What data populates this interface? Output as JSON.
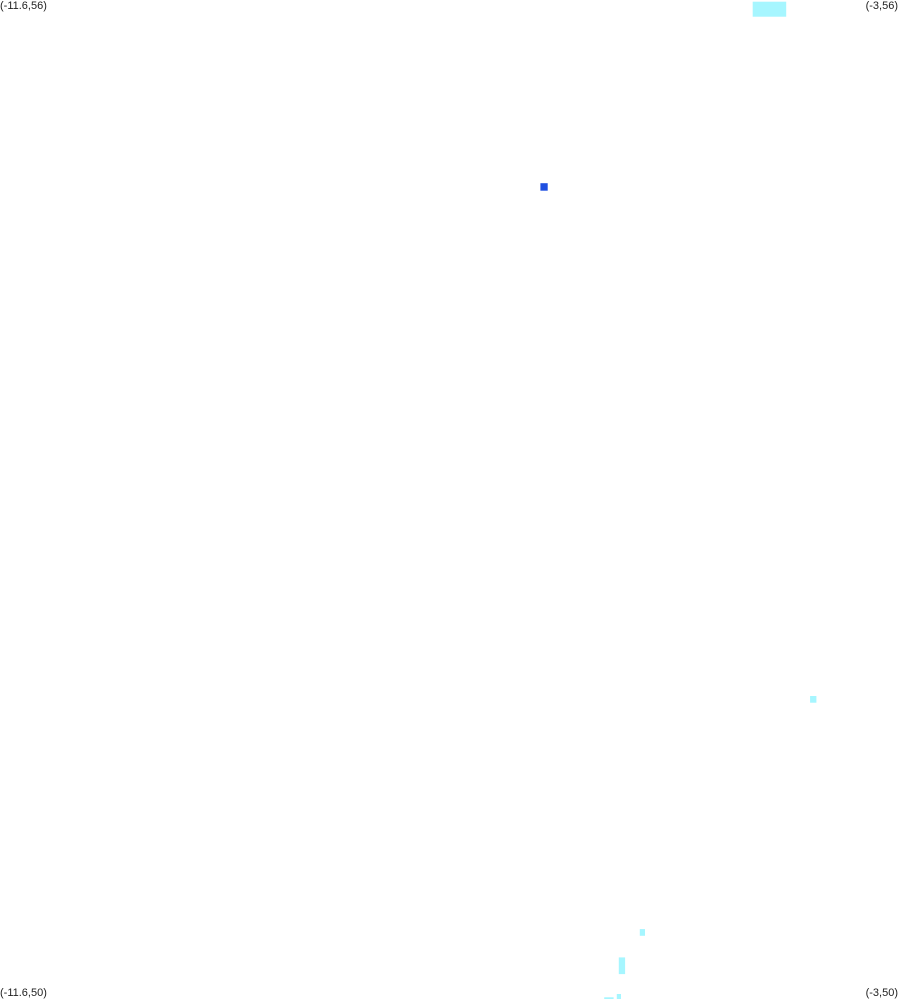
{
  "corners": {
    "top_left": "(-11.6,56)",
    "top_right": "(-3,56)",
    "bottom_left": "(-11.6,50)",
    "bottom_right": "(-3,50)"
  },
  "extent": {
    "lon_min": -11.6,
    "lon_max": -3,
    "lat_min": 50,
    "lat_max": 56
  },
  "colors": {
    "background": "#ffffff",
    "cyan_patch": "#a6f6ff",
    "blue_patch": "#1f4fe0"
  },
  "patches": [
    {
      "lon": -4.4,
      "lat": 55.99,
      "w": 0.32,
      "h": 0.09,
      "color": "cyan_patch"
    },
    {
      "lon": -6.43,
      "lat": 54.9,
      "w": 0.07,
      "h": 0.045,
      "color": "blue_patch"
    },
    {
      "lon": -3.85,
      "lat": 51.82,
      "w": 0.06,
      "h": 0.04,
      "color": "cyan_patch"
    },
    {
      "lon": -5.48,
      "lat": 50.42,
      "w": 0.05,
      "h": 0.04,
      "color": "cyan_patch"
    },
    {
      "lon": -5.68,
      "lat": 50.25,
      "w": 0.06,
      "h": 0.1,
      "color": "cyan_patch"
    },
    {
      "lon": -5.82,
      "lat": 50.01,
      "w": 0.09,
      "h": 0.07,
      "color": "cyan_patch"
    },
    {
      "lon": -5.7,
      "lat": 50.03,
      "w": 0.04,
      "h": 0.03,
      "color": "cyan_patch"
    }
  ]
}
